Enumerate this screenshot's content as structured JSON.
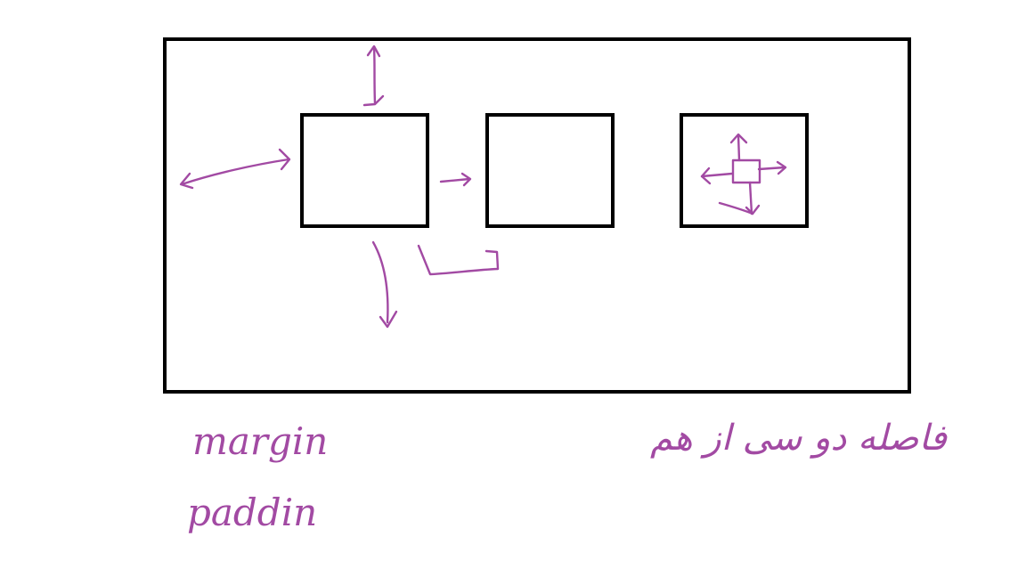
{
  "annotations": {
    "margin_label": "margin",
    "padding_label": "paddin",
    "persian_note": "فاصله دو سی از هم"
  },
  "colors": {
    "ink": "#a24aa3",
    "outline": "#000000",
    "background": "#ffffff"
  }
}
